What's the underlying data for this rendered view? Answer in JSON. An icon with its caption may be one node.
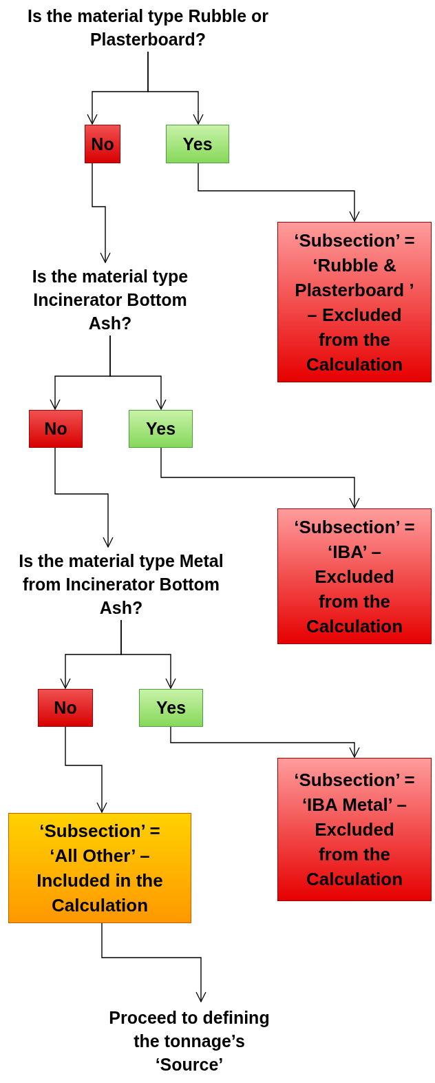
{
  "diagram": {
    "nodes": [
      {
        "text": [
          "Is the material type Rubble or Plasterboard?"
        ]
      },
      {
        "text": [
          "No"
        ]
      },
      {
        "text": [
          "Yes"
        ]
      },
      {
        "text": [
          "‘Subsection’ = ‘Rubble & Plasterboard ’ – Excluded from the Calculation"
        ]
      },
      {
        "text": [
          "Is the material type Incinerator Bottom Ash?"
        ]
      },
      {
        "text": [
          "No"
        ]
      },
      {
        "text": [
          "Yes"
        ]
      },
      {
        "text": [
          "‘Subsection’ = ‘IBA’ – Excluded from the Calculation"
        ]
      },
      {
        "text": [
          "Is the material type Metal from Incinerator Bottom Ash?"
        ]
      },
      {
        "text": [
          "No"
        ]
      },
      {
        "text": [
          "Yes"
        ]
      },
      {
        "text": [
          "‘Subsection’ = ‘IBA Metal’ – Excluded from the Calculation"
        ]
      },
      {
        "text": [
          "‘Subsection’ = ‘All Other’ – Included in the Calculation"
        ]
      },
      {
        "text": [
          "Proceed to defining the tonnage’s ‘Source’"
        ]
      }
    ],
    "edges": [
      {
        "from": 0,
        "to": 1,
        "arrow": "to"
      },
      {
        "from": 0,
        "to": 2,
        "arrow": "to"
      },
      {
        "from": 2,
        "to": 3,
        "arrow": "to"
      },
      {
        "from": 1,
        "to": 4,
        "arrow": "to"
      },
      {
        "from": 4,
        "to": 5,
        "arrow": "to"
      },
      {
        "from": 4,
        "to": 6,
        "arrow": "to"
      },
      {
        "from": 6,
        "to": 7,
        "arrow": "to"
      },
      {
        "from": 5,
        "to": 8,
        "arrow": "to"
      },
      {
        "from": 8,
        "to": 9,
        "arrow": "to"
      },
      {
        "from": 8,
        "to": 10,
        "arrow": "to"
      },
      {
        "from": 10,
        "to": 11,
        "arrow": "to"
      },
      {
        "from": 9,
        "to": 12,
        "arrow": "to"
      },
      {
        "from": 12,
        "to": 13,
        "arrow": "to"
      }
    ]
  }
}
